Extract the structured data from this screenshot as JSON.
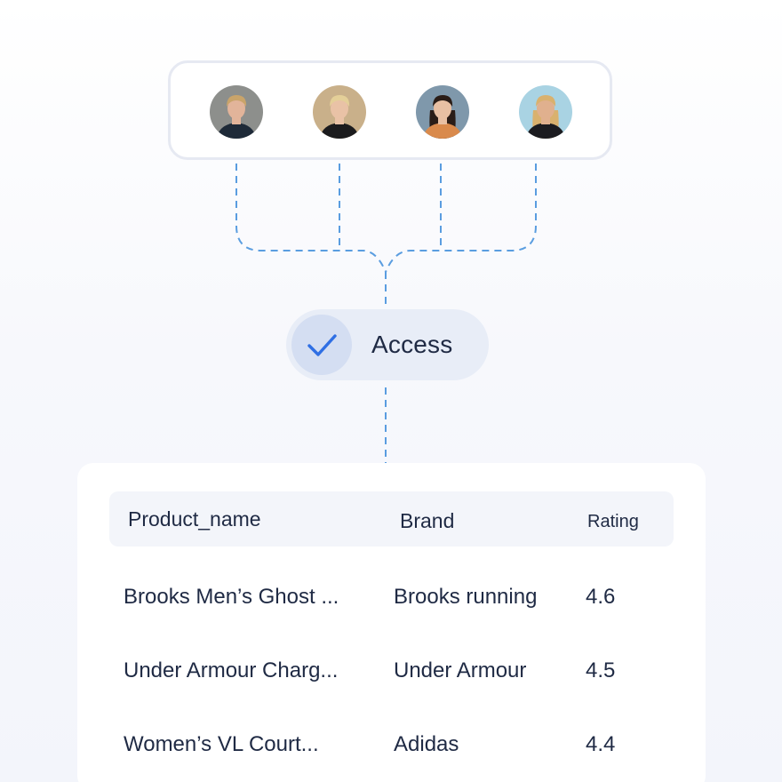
{
  "avatars": [
    {
      "name": "avatar-1",
      "bg": "#8d8f8c",
      "skin": "#e2b49a",
      "hair": "#c9a46a",
      "shirt": "#1e2a38"
    },
    {
      "name": "avatar-2",
      "bg": "#c9b08a",
      "skin": "#e9c2a6",
      "hair": "#e4cf98",
      "shirt": "#1b1b1d"
    },
    {
      "name": "avatar-3",
      "bg": "#7f98ab",
      "skin": "#e8c0a3",
      "hair": "#2a1d17",
      "shirt": "#d98a4c"
    },
    {
      "name": "avatar-4",
      "bg": "#a9d3e3",
      "skin": "#e0b08e",
      "hair": "#d9b16e",
      "shirt": "#1c1c20"
    }
  ],
  "access": {
    "label": "Access",
    "check_color": "#2f6fe4"
  },
  "table": {
    "headers": {
      "name": "Product_name",
      "brand": "Brand",
      "rating": "Rating"
    },
    "rows": [
      {
        "name": "Brooks Men’s Ghost ...",
        "brand": "Brooks running",
        "rating": "4.6"
      },
      {
        "name": "Under Armour Charg...",
        "brand": "Under Armour",
        "rating": "4.5"
      },
      {
        "name": "Women’s VL Court...",
        "brand": "Adidas",
        "rating": "4.4"
      }
    ]
  },
  "colors": {
    "connector": "#5a9de0",
    "text": "#1f2a44"
  }
}
